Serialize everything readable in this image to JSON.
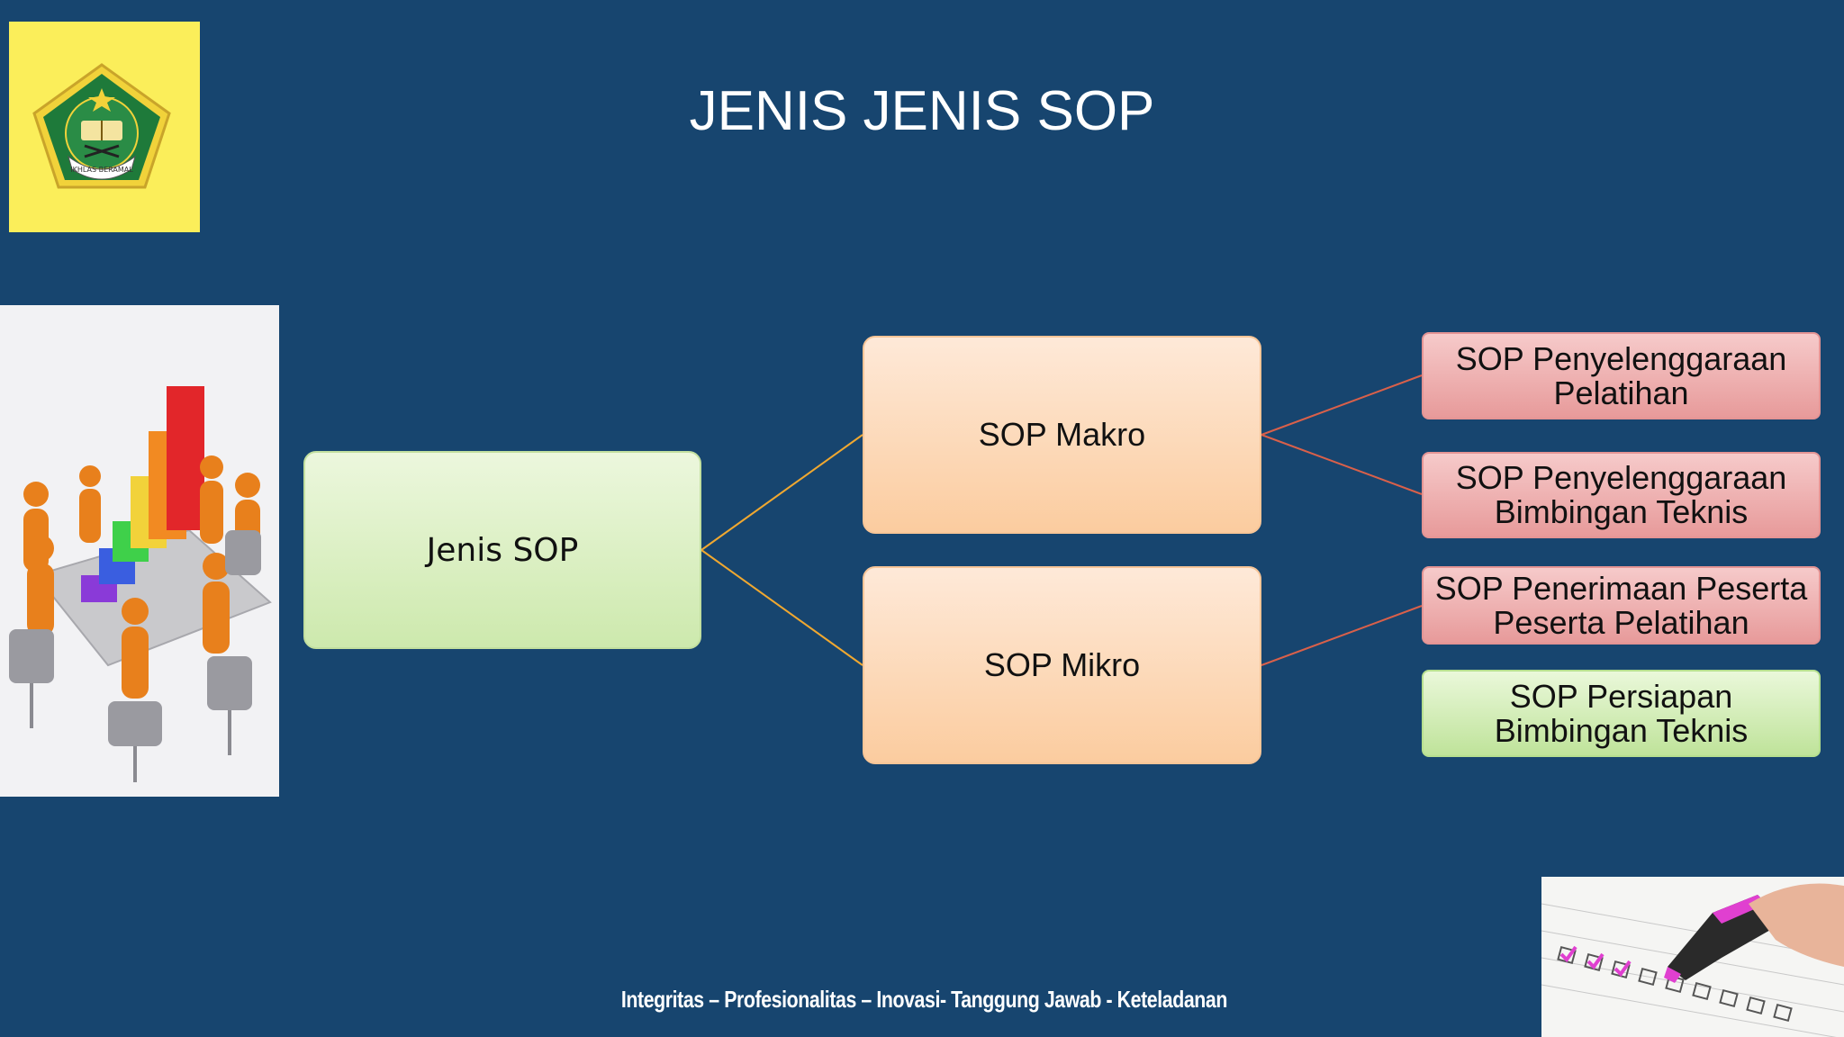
{
  "slide": {
    "title": "JENIS JENIS SOP",
    "footer": "Integritas – Profesionalitas – Inovasi- Tanggung Jawab - Keteladanan"
  },
  "diagram": {
    "root": "Jenis SOP",
    "level1": [
      "SOP Makro",
      "SOP Mikro"
    ],
    "leaves": [
      {
        "text": "SOP Penyelenggaraan Pelatihan",
        "parent": "SOP Makro"
      },
      {
        "text": "SOP Penyelenggaraan Bimbingan Teknis",
        "parent": "SOP Makro"
      },
      {
        "text": "SOP Penerimaan Peserta Peserta Pelatihan",
        "parent": "SOP Mikro"
      },
      {
        "text": "SOP Persiapan Bimbingan Teknis",
        "parent": ""
      }
    ]
  },
  "images": {
    "logo": {
      "icon": "ministry-emblem-icon",
      "emblem_text": "IKHLAS BERAMAL"
    },
    "left_illustration": "team-meeting-bar-chart-illustration",
    "bottom_right_photo": "checklist-highlighter-photo"
  },
  "colors": {
    "background": "#17456f",
    "logo_panel": "#fbee5a",
    "root_node": "#d6edbb",
    "level1_node": "#fcd7b4",
    "leaf_red": "#ecabab",
    "leaf_green": "#cfeab0",
    "connector_root": "#f0a830",
    "connector_leaf": "#d9604a"
  }
}
